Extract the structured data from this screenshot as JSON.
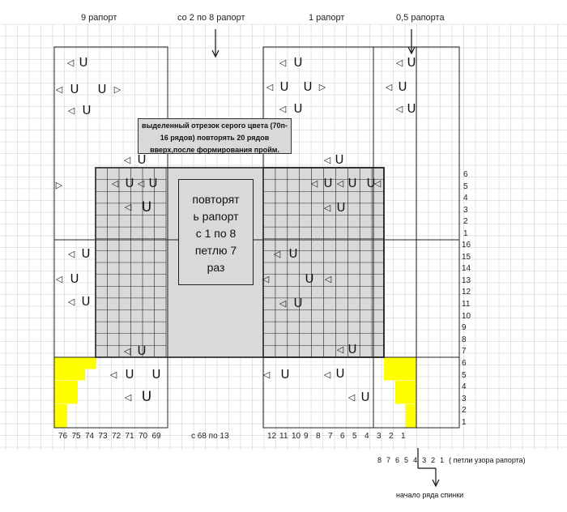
{
  "headers": {
    "h9": "9 рапорт",
    "h2to8": "со 2 по 8 рапорт",
    "h1": "1 рапорт",
    "h05": "0,5 рапорта"
  },
  "note_text": "выделенный отрезок серого цвета (70п- 16 рядов) повторять 20 рядов вверх,после формирования пройм.",
  "repeat_box": {
    "line1": "повторят",
    "line2": "ь рапорт",
    "line3": "с 1 по 8",
    "line4": "петлю 7",
    "line5": "раз"
  },
  "row_numbers_lower": [
    "16",
    "15",
    "14",
    "13",
    "12",
    "11",
    "10",
    "9",
    "8",
    "7",
    "6",
    "5",
    "4",
    "3",
    "2",
    "1"
  ],
  "row_numbers_upper": [
    "6",
    "5",
    "4",
    "3",
    "2",
    "1"
  ],
  "stitch_numbers_left": [
    "76",
    "75",
    "74",
    "73",
    "72",
    "71",
    "70",
    "69"
  ],
  "stitch_numbers_mid": "с 68 по 13",
  "stitch_numbers_right": [
    "12",
    "11",
    "10",
    "9",
    "8",
    "7",
    "6",
    "5",
    "4",
    "3",
    "2",
    "1"
  ],
  "legend": {
    "numbers": [
      "8",
      "7",
      "6",
      "5",
      "4",
      "3",
      "2",
      "1"
    ],
    "suffix": "( петли узора рапорта)"
  },
  "start_label": "начало ряда спинки",
  "symbols": {
    "u": "U",
    "left": "◁",
    "right": "▷"
  },
  "colors": {
    "gray_fill": "#d9d9d9",
    "yellow_fill": "#ffff00",
    "grid_line": "#222222",
    "light_grid": "#c8c8c8"
  }
}
